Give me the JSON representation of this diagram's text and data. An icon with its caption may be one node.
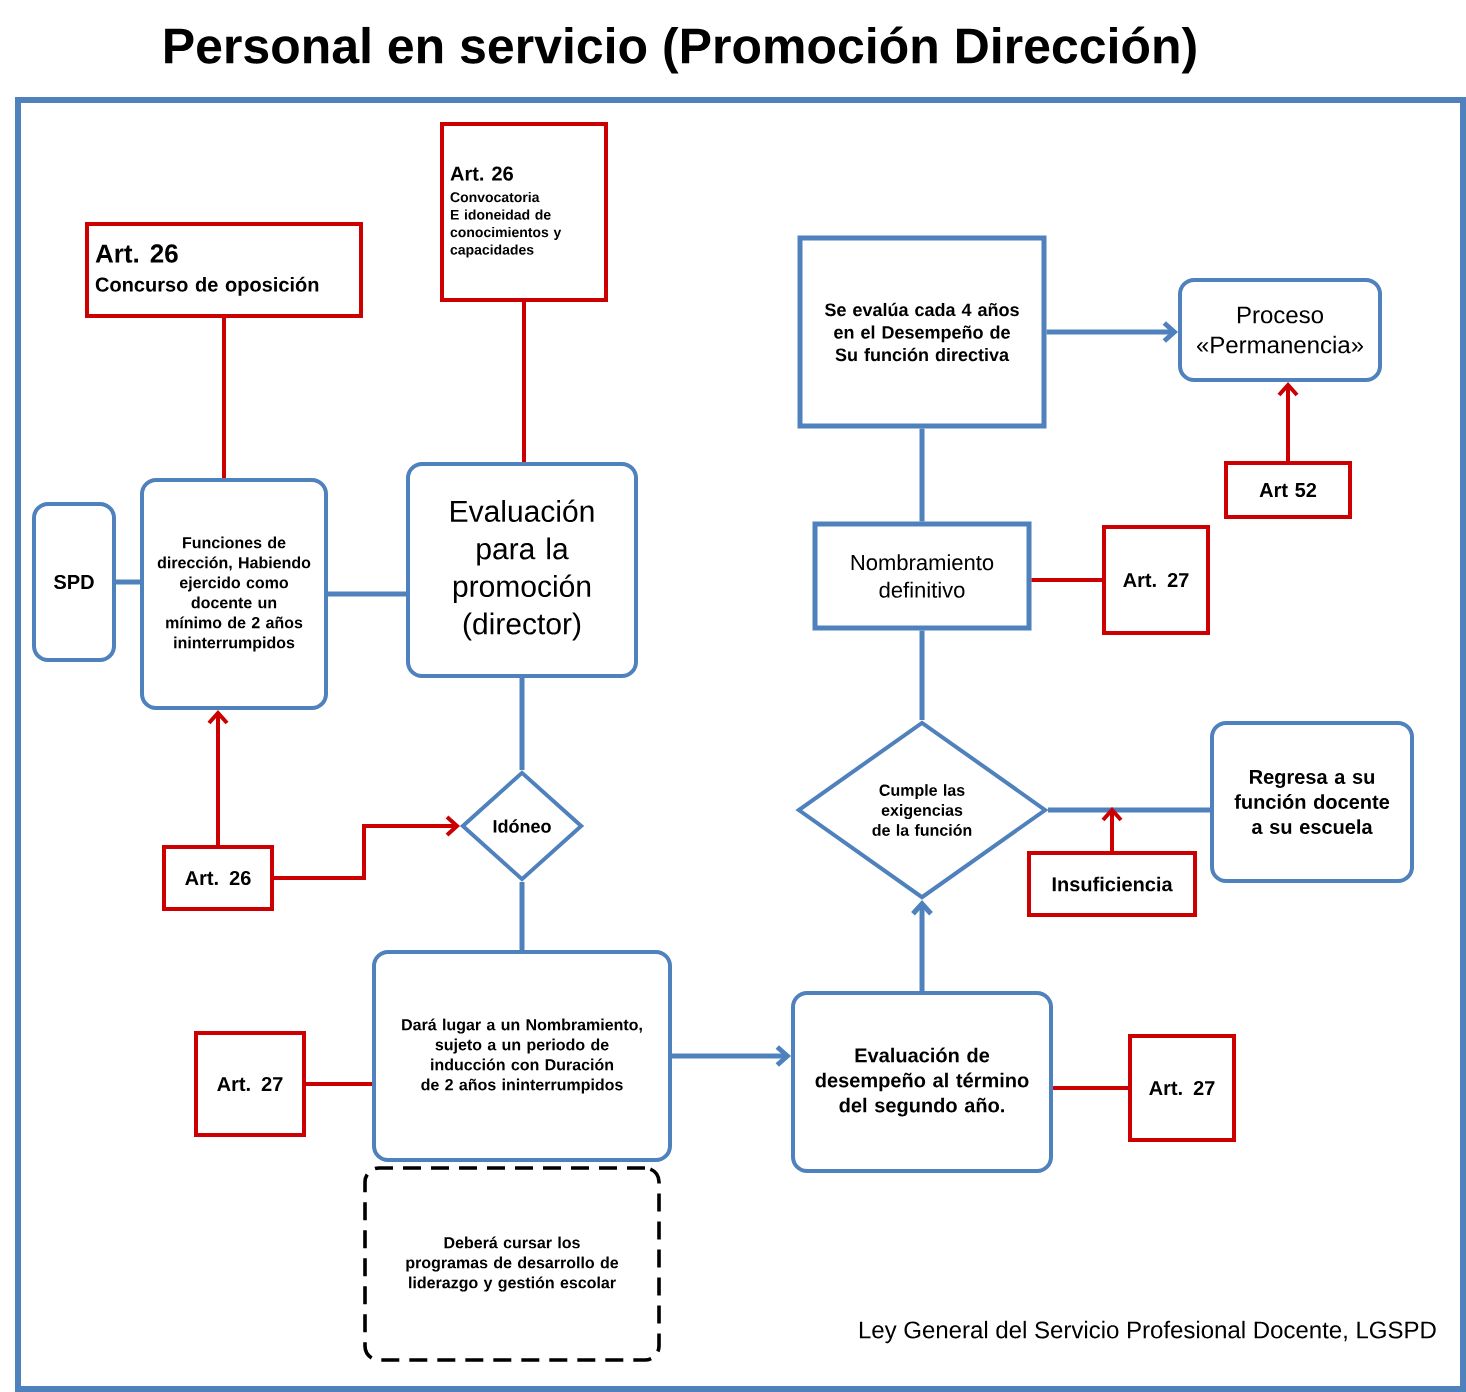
{
  "diagram": {
    "title": "Personal en servicio (Promoción Dirección)",
    "nodes": [
      {
        "text": [
          "SPD"
        ]
      },
      {
        "text": [
          "Funciones de dirección, Habiendo ejercido como docente un mínimo de 2 años ininterrumpidos"
        ]
      },
      {
        "text": [
          "Art. 26",
          "Concurso de oposición"
        ]
      },
      {
        "text": [
          "Art. 26",
          "Convocatoria E idoneidad de conocimientos y capacidades"
        ]
      },
      {
        "text": [
          "Evaluación para la promoción (director)"
        ]
      },
      {
        "text": [
          "Idóneo"
        ]
      },
      {
        "text": [
          "Art. 26"
        ]
      },
      {
        "text": [
          "Dará lugar a un Nombramiento, sujeto a un periodo de inducción con Duración de 2 años ininterrumpidos"
        ]
      },
      {
        "text": [
          "Art. 27"
        ]
      },
      {
        "text": [
          "Deberá cursar los programas de desarrollo de liderazgo y gestión escolar"
        ]
      },
      {
        "text": [
          "Se evalúa cada 4 años en el Desempeño de Su función directiva"
        ]
      },
      {
        "text": [
          "Proceso «Permanencia»"
        ]
      },
      {
        "text": [
          "Art 52"
        ]
      },
      {
        "text": [
          "Nombramiento definitivo"
        ]
      },
      {
        "text": [
          "Art. 27"
        ]
      },
      {
        "text": [
          "Cumple las exigencias de la función"
        ]
      },
      {
        "text": [
          "Regresa a su función docente a su escuela"
        ]
      },
      {
        "text": [
          "Insuficiencia"
        ]
      },
      {
        "text": [
          "Evaluación de desempeño al término del segundo año."
        ]
      },
      {
        "text": [
          "Art. 27"
        ]
      }
    ],
    "edges": [
      {
        "from": 0,
        "to": 1,
        "arrow": "none"
      },
      {
        "from": 2,
        "to": 1,
        "arrow": "none",
        "color": "#cc0000"
      },
      {
        "from": 3,
        "to": 4,
        "arrow": "none",
        "color": "#cc0000"
      },
      {
        "from": 1,
        "to": 4,
        "arrow": "none"
      },
      {
        "from": 4,
        "to": 5,
        "arrow": "none"
      },
      {
        "from": 6,
        "to": 1,
        "arrow": "to",
        "color": "#cc0000"
      },
      {
        "from": 6,
        "to": 5,
        "arrow": "to",
        "color": "#cc0000"
      },
      {
        "from": 5,
        "to": 7,
        "arrow": "none"
      },
      {
        "from": 8,
        "to": 7,
        "arrow": "none",
        "color": "#cc0000"
      },
      {
        "from": 7,
        "to": 18,
        "arrow": "to"
      },
      {
        "from": 18,
        "to": 15,
        "arrow": "to"
      },
      {
        "from": 15,
        "to": 13,
        "arrow": "none"
      },
      {
        "from": 13,
        "to": 10,
        "arrow": "none"
      },
      {
        "from": 10,
        "to": 11,
        "arrow": "to"
      },
      {
        "from": 12,
        "to": 11,
        "arrow": "to",
        "color": "#cc0000"
      },
      {
        "from": 14,
        "to": 13,
        "arrow": "none",
        "color": "#cc0000"
      },
      {
        "from": 15,
        "to": 16,
        "arrow": "none"
      },
      {
        "from": 17,
        "to": null,
        "arrow": "to",
        "color": "#cc0000"
      },
      {
        "from": 19,
        "to": 18,
        "arrow": "none",
        "color": "#cc0000"
      }
    ],
    "labels": [
      "Ley General del Servicio Profesional Docente, LGSPD"
    ]
  }
}
